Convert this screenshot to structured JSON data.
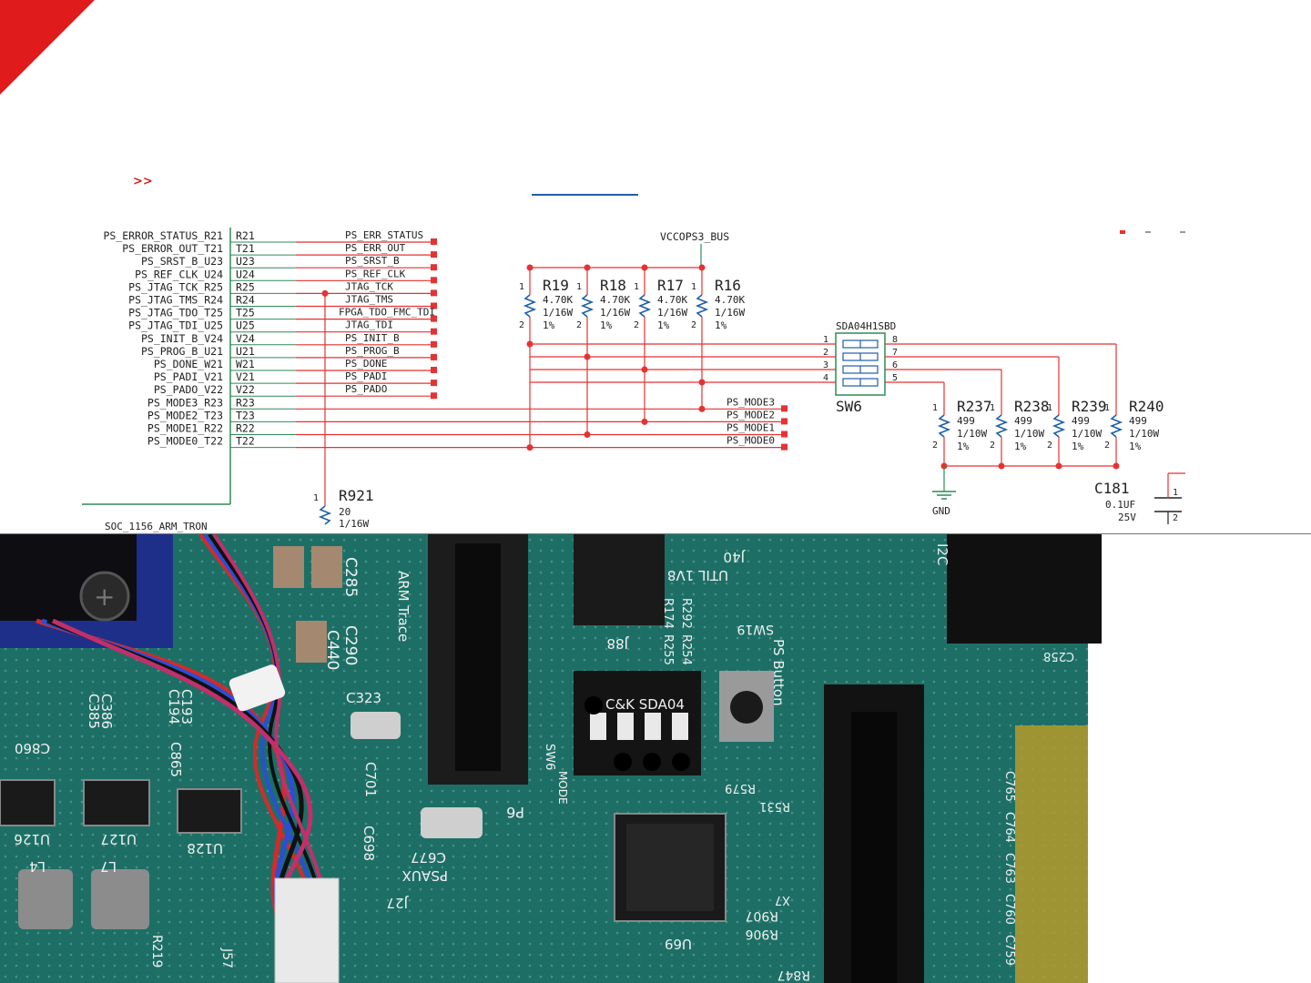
{
  "header": {
    "nav_arrows": ">>"
  },
  "schematic": {
    "left_pins": [
      {
        "label": "PS_ERROR_STATUS_R21",
        "pin": "R21",
        "net": "PS_ERR_STATUS"
      },
      {
        "label": "PS_ERROR_OUT_T21",
        "pin": "T21",
        "net": "PS_ERR_OUT"
      },
      {
        "label": "PS_SRST_B_U23",
        "pin": "U23",
        "net": "PS_SRST_B"
      },
      {
        "label": "PS_REF_CLK_U24",
        "pin": "U24",
        "net": "PS_REF_CLK"
      },
      {
        "label": "PS_JTAG_TCK_R25",
        "pin": "R25",
        "net": "JTAG_TCK"
      },
      {
        "label": "PS_JTAG_TMS_R24",
        "pin": "R24",
        "net": "JTAG_TMS"
      },
      {
        "label": "PS_JTAG_TDO_T25",
        "pin": "T25",
        "net": "FPGA_TDO_FMC_TDI"
      },
      {
        "label": "PS_JTAG_TDI_U25",
        "pin": "U25",
        "net": "JTAG_TDI"
      },
      {
        "label": "PS_INIT_B_V24",
        "pin": "V24",
        "net": "PS_INIT_B"
      },
      {
        "label": "PS_PROG_B_U21",
        "pin": "U21",
        "net": "PS_PROG_B"
      },
      {
        "label": "PS_DONE_W21",
        "pin": "W21",
        "net": "PS_DONE"
      },
      {
        "label": "PS_PADI_V21",
        "pin": "V21",
        "net": "PS_PADI"
      },
      {
        "label": "PS_PADO_V22",
        "pin": "V22",
        "net": "PS_PADO"
      },
      {
        "label": "PS_MODE3_R23",
        "pin": "R23",
        "net": "PS_MODE3"
      },
      {
        "label": "PS_MODE2_T23",
        "pin": "T23",
        "net": "PS_MODE2"
      },
      {
        "label": "PS_MODE1_R22",
        "pin": "R22",
        "net": "PS_MODE1"
      },
      {
        "label": "PS_MODE0_T22",
        "pin": "T22",
        "net": "PS_MODE0"
      }
    ],
    "bottom_cut_text": "SOC_1156_ARM_TRON",
    "vcc_label": "VCCOPS3_BUS",
    "pullups": [
      {
        "name": "R19",
        "value": "4.70K",
        "power": "1/16W",
        "tol": "1%"
      },
      {
        "name": "R18",
        "value": "4.70K",
        "power": "1/16W",
        "tol": "1%"
      },
      {
        "name": "R17",
        "value": "4.70K",
        "power": "1/16W",
        "tol": "1%"
      },
      {
        "name": "R16",
        "value": "4.70K",
        "power": "1/16W",
        "tol": "1%"
      }
    ],
    "pin1": "1",
    "pin2": "2",
    "switch": {
      "part": "SDA04H1SBD",
      "ref": "SW6",
      "pins_left": [
        "1",
        "2",
        "3",
        "4"
      ],
      "pins_right": [
        "8",
        "7",
        "6",
        "5"
      ]
    },
    "pulldowns": [
      {
        "name": "R237",
        "value": "499",
        "power": "1/10W",
        "tol": "1%"
      },
      {
        "name": "R238",
        "value": "499",
        "power": "1/10W",
        "tol": "1%"
      },
      {
        "name": "R239",
        "value": "499",
        "power": "1/10W",
        "tol": "1%"
      },
      {
        "name": "R240",
        "value": "499",
        "power": "1/10W",
        "tol": "1%"
      }
    ],
    "gnd_label": "GND",
    "r921": {
      "name": "R921",
      "value": "20",
      "power": "1/16W"
    },
    "c181": {
      "name": "C181",
      "value": "0.1UF",
      "voltage": "25V"
    }
  },
  "photo_labels": {
    "c285": "C285",
    "c290": "C290",
    "c440": "C440",
    "c323": "C323",
    "c193": "C193",
    "c194": "C194",
    "c385": "C385",
    "c386": "C386",
    "c860": "C860",
    "c865": "C865",
    "c701": "C701",
    "c698": "C698",
    "c677": "C677",
    "u126": "U126",
    "u127": "U127",
    "u128": "U128",
    "l4": "L4",
    "l7": "L7",
    "r219": "R219",
    "j57": "J57",
    "j27": "J27",
    "psaux": "PSAUX",
    "arm_trace": "ARM Trace",
    "p6": "P6",
    "j88": "J88",
    "j40": "J40",
    "util": "UTIL 1V8",
    "r292": "R292",
    "r174": "R174",
    "r255": "R255",
    "r254": "R254",
    "sw19": "SW19",
    "ps_button": "PS Button",
    "ck_sda": "C&K SDA04",
    "sw6": "SW6",
    "mode": "MODE",
    "r579": "R579",
    "r531": "R531",
    "u69": "U69",
    "x7": "X7",
    "r907": "R907",
    "r906": "R906",
    "r847": "R847",
    "i2c": "I2C",
    "c765": "C765",
    "c764": "C764",
    "c763": "C763",
    "c760": "C760",
    "c759": "C759",
    "c258": "C258"
  },
  "colors": {
    "accent": "#e01b1b",
    "wire": "#e53232",
    "blue_wire": "#1f5fa8",
    "board": "#1b6b63"
  }
}
